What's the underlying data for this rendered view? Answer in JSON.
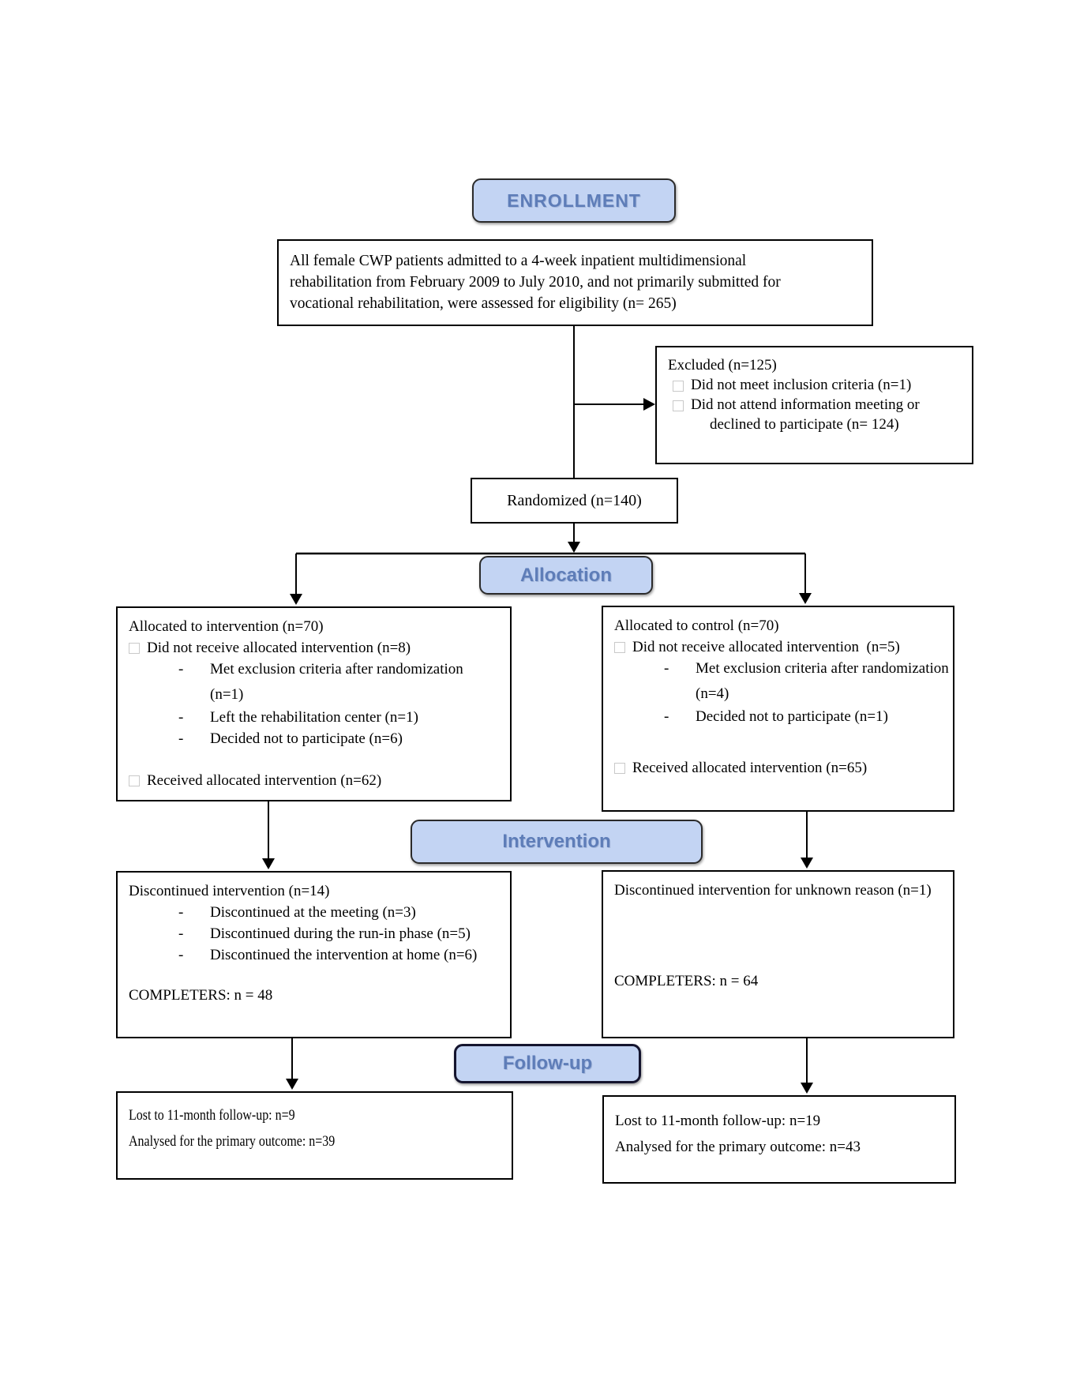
{
  "banners": {
    "enrollment": "ENROLLMENT",
    "allocation": "Allocation",
    "intervention": "Intervention",
    "follow_up": "Follow-up"
  },
  "glyphs": {
    "dash": "-"
  },
  "enrollment": {
    "assessed_lines": [
      "All female CWP patients admitted to a 4-week inpatient multidimensional",
      "rehabilitation from February 2009 to July 2010, and not primarily submitted for",
      "vocational rehabilitation, were assessed for eligibility (n= 265)"
    ],
    "excluded": {
      "title": "Excluded (n=125)",
      "item1": "Did not meet inclusion criteria (n=1)",
      "item2": "Did not attend information meeting or declined to participate (n= 124)"
    },
    "randomized": "Randomized (n=140)"
  },
  "allocation": {
    "intervention_arm": {
      "title": "Allocated to intervention (n=70)",
      "not_received": "Did not receive allocated intervention (n=8)",
      "reason1_line1": "Met exclusion criteria after randomization",
      "reason1_line2": "(n=1)",
      "reason2": "Left the rehabilitation center (n=1)",
      "reason3": "Decided not to participate (n=6)",
      "received": "Received allocated intervention (n=62)"
    },
    "control_arm": {
      "title": "Allocated to control (n=70)",
      "not_received": "Did not receive allocated intervention  (n=5)",
      "reason1_line1": "Met exclusion criteria after randomization",
      "reason1_line2": "(n=4)",
      "reason2": "Decided not to participate (n=1)",
      "received": "Received allocated intervention (n=65)"
    }
  },
  "intervention": {
    "intervention_arm": {
      "title": "Discontinued intervention (n=14)",
      "reason1": "Discontinued at the meeting (n=3)",
      "reason2": "Discontinued during the run-in phase (n=5)",
      "reason3": "Discontinued the intervention at home (n=6)",
      "completers": "COMPLETERS: n = 48"
    },
    "control_arm": {
      "title": "Discontinued intervention for unknown reason (n=1)",
      "completers": "COMPLETERS: n = 64"
    }
  },
  "follow_up": {
    "intervention_arm": {
      "lost": "Lost to 11-month follow-up: n=9",
      "analysed": "Analysed for the primary outcome: n=39"
    },
    "control_arm": {
      "lost": "Lost to 11-month follow-up: n=19",
      "analysed": "Analysed for the primary outcome: n=43"
    }
  },
  "colors": {
    "banner_fill": "#c3d4f3",
    "banner_text": "#5e7db8",
    "box_border": "#000000",
    "bullet_border": "#c9c9c9",
    "line_color": "#000000"
  }
}
